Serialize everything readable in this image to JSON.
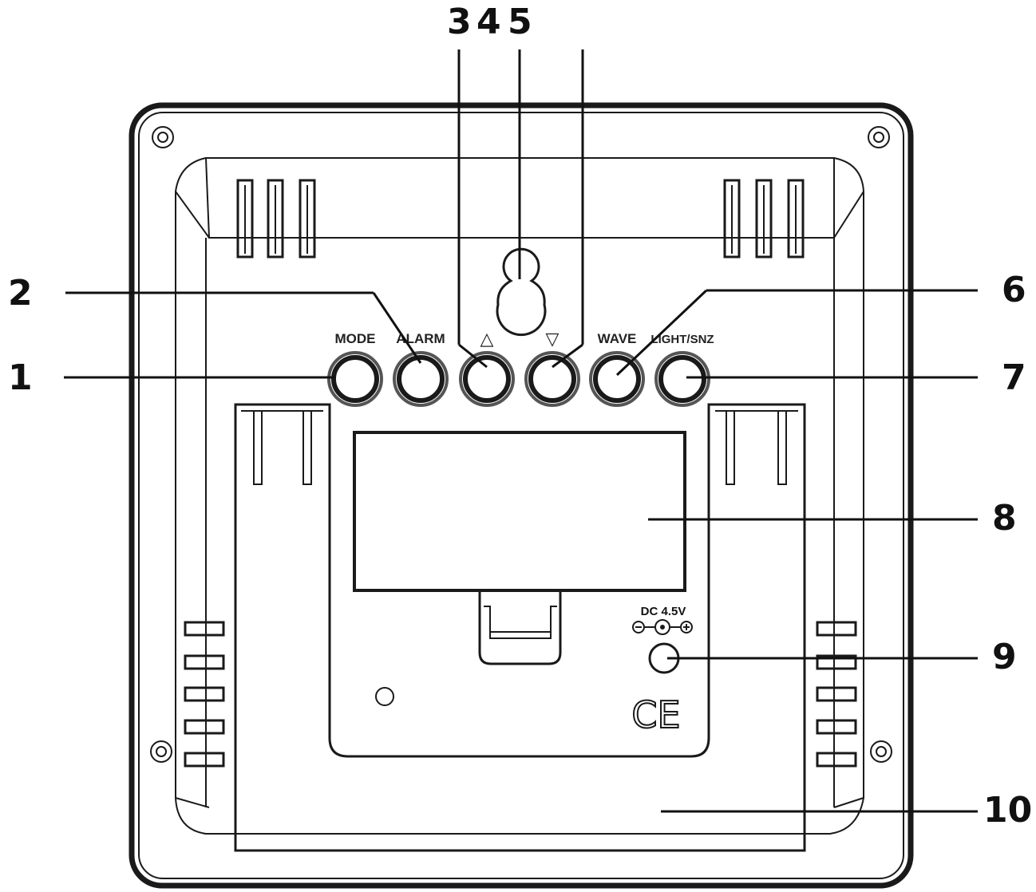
{
  "colors": {
    "ink": "#1a1a1a",
    "background": "#ffffff"
  },
  "callouts": {
    "c1": "1",
    "c2": "2",
    "c3": "3",
    "c4": "4",
    "c5": "5",
    "c6": "6",
    "c7": "7",
    "c8": "8",
    "c9": "9",
    "c10": "10"
  },
  "buttons": {
    "mode": "MODE",
    "alarm": "ALARM",
    "up": "△",
    "down": "▽",
    "wave": "WAVE",
    "light": "LIGHT/SNZ"
  },
  "power": {
    "label": "DC 4.5V"
  },
  "ce_mark": "CE",
  "icons": [
    "keyhole-hanger-icon",
    "dc-polarity-icon",
    "ce-mark-icon",
    "screw-icon"
  ]
}
